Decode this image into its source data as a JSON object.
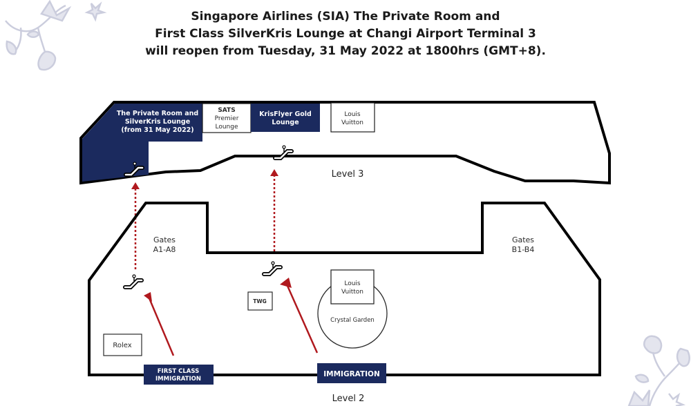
{
  "headline": {
    "line1": "Singapore Airlines (SIA) The Private Room and",
    "line2": "First Class SilverKris Lounge at Changi Airport Terminal 3",
    "line3": "will reopen from Tuesday, 31 May 2022 at 1800hrs (GMT+8)."
  },
  "colors": {
    "lounge_fill": "#1b2a5e",
    "arrow": "#b0191e",
    "outline": "#000000",
    "floral": "#c9cbdc"
  },
  "level3": {
    "label": "Level 3",
    "private_room": {
      "line1": "The Private Room and",
      "line2": "SilverKris Lounge",
      "line3": "(from 31 May 2022)"
    },
    "sats": {
      "line1": "SATS",
      "line2": "Premier",
      "line3": "Lounge"
    },
    "krisflyer": {
      "line1": "KrisFlyer Gold",
      "line2": "Lounge"
    },
    "louis_vuitton": {
      "line1": "Louis",
      "line2": "Vuitton"
    },
    "icons": [
      "escalator-icon",
      "escalator-icon"
    ]
  },
  "level2": {
    "label": "Level 2",
    "gates_a": {
      "line1": "Gates",
      "line2": "A1-A8"
    },
    "gates_b": {
      "line1": "Gates",
      "line2": "B1-B4"
    },
    "louis_vuitton": {
      "line1": "Louis",
      "line2": "Vuitton"
    },
    "crystal_garden": "Crystal Garden",
    "twg": "TWG",
    "rolex": "Rolex",
    "first_class_immigration": {
      "line1": "FIRST CLASS",
      "line2": "IMMIGRATION"
    },
    "immigration": "IMMIGRATION",
    "icons": [
      "escalator-icon",
      "escalator-icon"
    ]
  }
}
